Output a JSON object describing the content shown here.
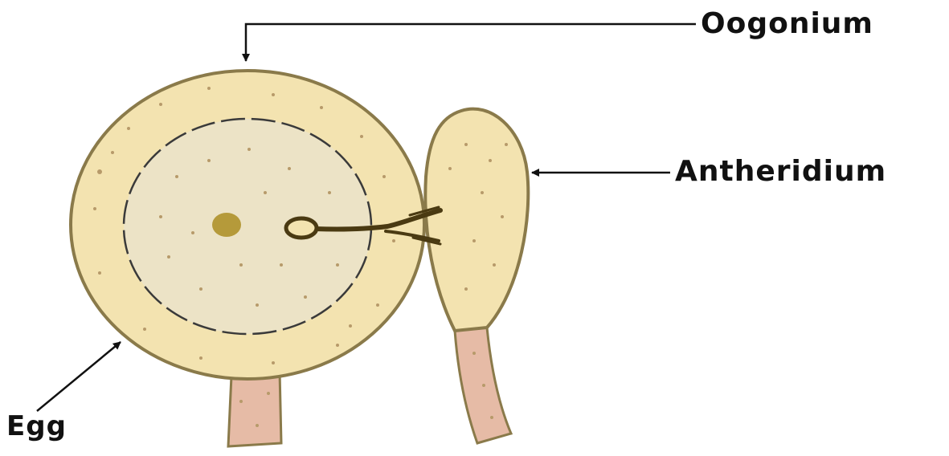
{
  "labels": {
    "oogonium": "Oogonium",
    "antheridium": "Antheridium",
    "egg": "Egg"
  },
  "colors": {
    "oogonium_fill": "#f3e3b0",
    "oogonium_stroke": "#8a7a4a",
    "egg_fill": "#ece3c6",
    "stalk_fill": "#e6bba6",
    "nucleus": "#b59a3a",
    "tube": "#4a3a12",
    "stipple": "#b79a6a",
    "line": "#111111"
  }
}
